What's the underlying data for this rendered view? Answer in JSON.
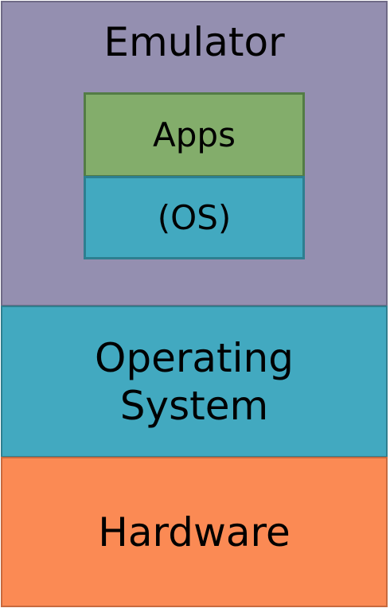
{
  "layers": {
    "emulator": {
      "label": "Emulator",
      "fill": "#948fb0",
      "border": "#6f6a86"
    },
    "apps": {
      "label": "Apps",
      "fill": "#83ad6b",
      "border": "#537c45"
    },
    "guest_os": {
      "label": "(OS)",
      "fill": "#42a9c0",
      "border": "#2d7f90"
    },
    "operating_system": {
      "label_line1": "Operating",
      "label_line2": "System",
      "fill": "#42a9c0",
      "border": "#2f7f8f"
    },
    "hardware": {
      "label": "Hardware",
      "fill": "#fb8a54",
      "border": "#c86a3e"
    }
  }
}
